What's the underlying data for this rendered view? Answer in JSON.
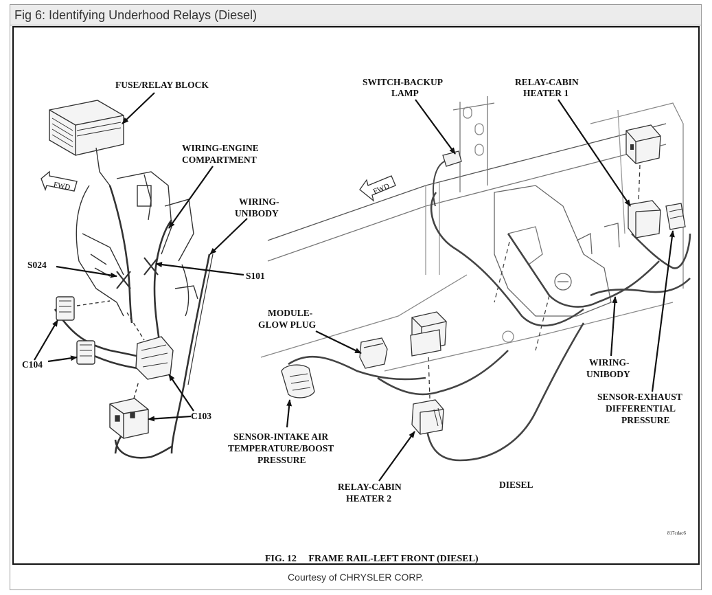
{
  "header": {
    "title": "Fig 6: Identifying Underhood Relays (Diesel)"
  },
  "footer": {
    "credit": "Courtesy of CHRYSLER CORP."
  },
  "diagram": {
    "figure_caption": "FIG. 12     FRAME RAIL-LEFT FRONT (DIESEL)",
    "variant": "DIESEL",
    "code": "817cdac6",
    "fwd_marker": "FWD",
    "labels": {
      "fuse_relay_block": "FUSE/RELAY BLOCK",
      "wiring_engine_1": "WIRING-ENGINE",
      "wiring_engine_2": "COMPARTMENT",
      "wiring_unibody_l1": "WIRING-",
      "wiring_unibody_l2": "UNIBODY",
      "s024": "S024",
      "s101": "S101",
      "c104": "C104",
      "c103": "C103",
      "switch_backup_1": "SWITCH-BACKUP",
      "switch_backup_2": "LAMP",
      "relay_heater1_1": "RELAY-CABIN",
      "relay_heater1_2": "HEATER 1",
      "module_glow_1": "MODULE-",
      "module_glow_2": "GLOW PLUG",
      "sensor_intake_1": "SENSOR-INTAKE AIR",
      "sensor_intake_2": "TEMPERATURE/BOOST",
      "sensor_intake_3": "PRESSURE",
      "relay_heater2_1": "RELAY-CABIN",
      "relay_heater2_2": "HEATER 2",
      "wiring_unibody_r1": "WIRING-",
      "wiring_unibody_r2": "UNIBODY",
      "sensor_exhaust_1": "SENSOR-EXHAUST",
      "sensor_exhaust_2": "DIFFERENTIAL",
      "sensor_exhaust_3": "PRESSURE"
    }
  }
}
